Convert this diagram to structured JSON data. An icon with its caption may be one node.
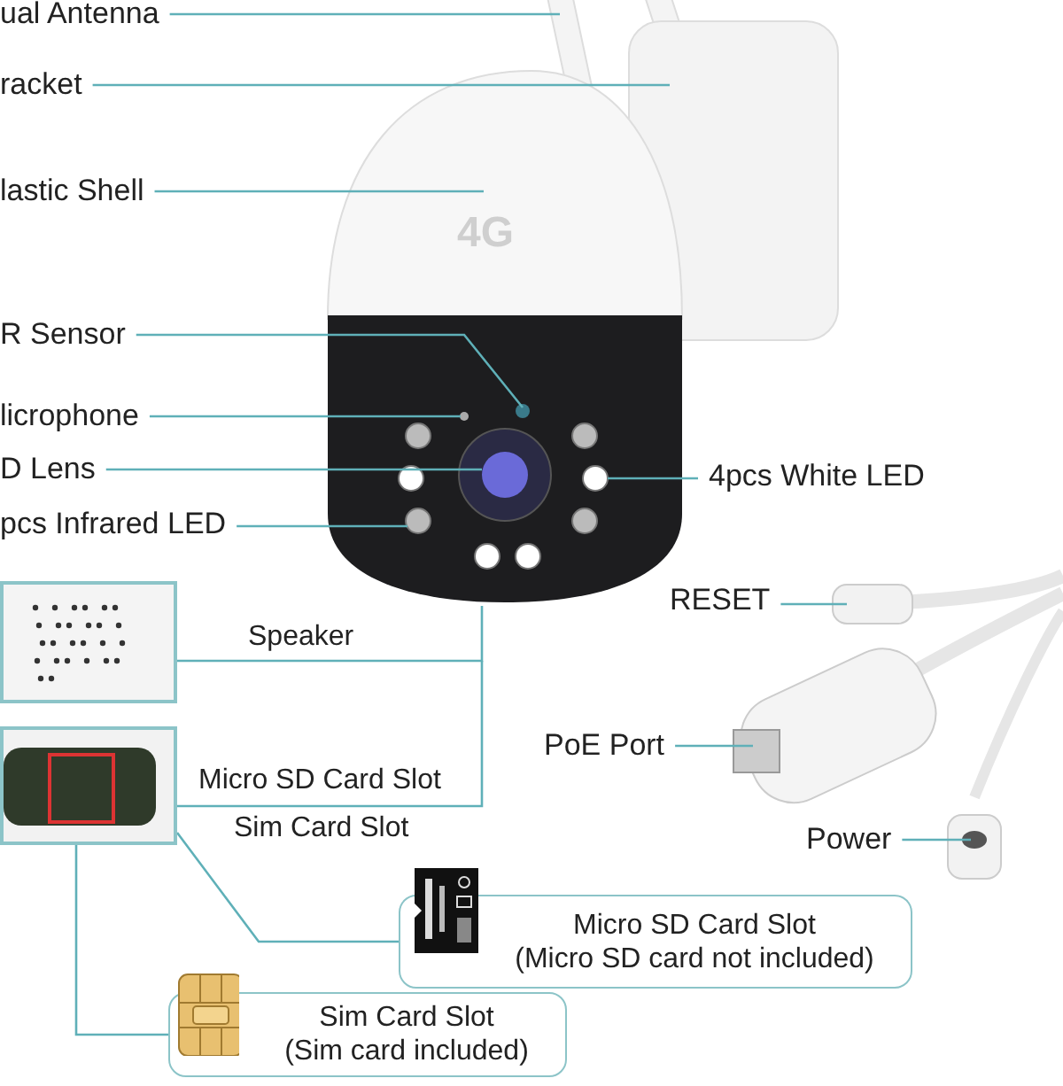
{
  "diagram": {
    "nodes": [
      {
        "text": [
          "ual Antenna"
        ]
      },
      {
        "text": [
          "racket"
        ]
      },
      {
        "text": [
          "lastic Shell"
        ]
      },
      {
        "text": [
          "R Sensor"
        ]
      },
      {
        "text": [
          "licrophone"
        ]
      },
      {
        "text": [
          "D Lens"
        ]
      },
      {
        "text": [
          "pcs Infrared LED"
        ]
      },
      {
        "text": [
          "4pcs White LED"
        ]
      },
      {
        "text": [],
        "shape": "picture"
      },
      {
        "text": [],
        "shape": "picture"
      },
      {
        "text": [
          "RESET"
        ]
      },
      {
        "text": [
          "PoE Port"
        ]
      },
      {
        "text": [
          "Power"
        ]
      },
      {
        "text": [
          "Micro SD Card Slot",
          "(Micro SD card not included)"
        ]
      },
      {
        "text": [],
        "shape": "picture"
      },
      {
        "text": [
          "Sim Card Slot",
          "(Sim card included)"
        ]
      },
      {
        "text": [],
        "shape": "picture"
      }
    ],
    "edges": [
      {
        "from": 0,
        "to": null,
        "arrow": "none"
      },
      {
        "from": 1,
        "to": null,
        "arrow": "none"
      },
      {
        "from": 2,
        "to": null,
        "arrow": "none"
      },
      {
        "from": 3,
        "to": null,
        "arrow": "none"
      },
      {
        "from": 4,
        "to": null,
        "arrow": "none"
      },
      {
        "from": 5,
        "to": null,
        "arrow": "none"
      },
      {
        "from": 6,
        "to": null,
        "arrow": "none"
      },
      {
        "from": 7,
        "to": null,
        "arrow": "none"
      },
      {
        "from": 8,
        "to": null,
        "arrow": "none",
        "label": "Speaker"
      },
      {
        "from": 9,
        "to": null,
        "arrow": "none",
        "label": "Micro SD Card Slot"
      },
      {
        "from": 9,
        "to": 13,
        "arrow": "none"
      },
      {
        "from": 9,
        "to": 15,
        "arrow": "none"
      },
      {
        "from": 10,
        "to": null,
        "arrow": "none"
      },
      {
        "from": 11,
        "to": null,
        "arrow": "none"
      },
      {
        "from": 12,
        "to": null,
        "arrow": "none"
      }
    ],
    "labels": [
      "4G",
      "Sim Card Slot"
    ]
  }
}
